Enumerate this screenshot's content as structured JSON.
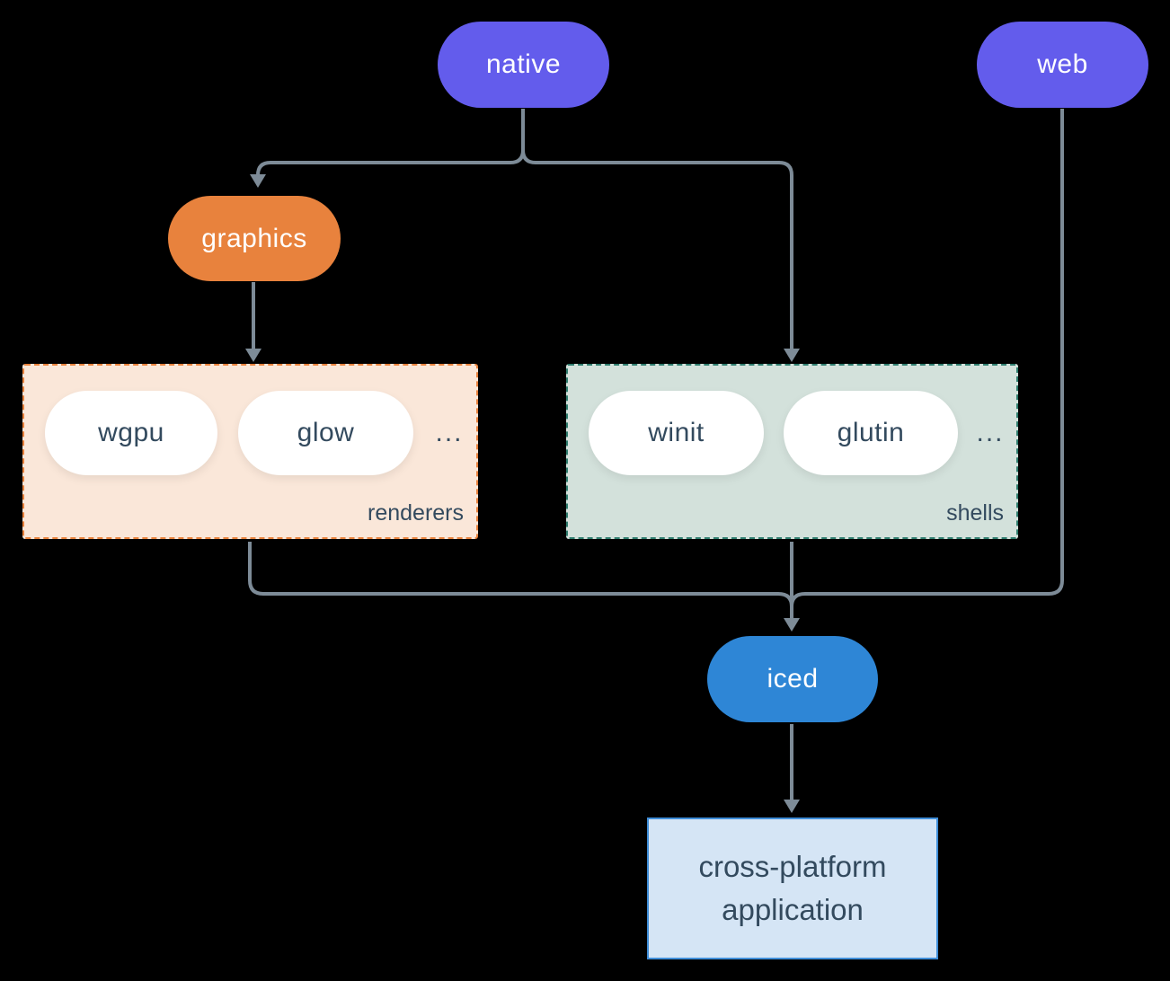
{
  "diagram": {
    "nodes": {
      "native": {
        "label": "native"
      },
      "web": {
        "label": "web"
      },
      "graphics": {
        "label": "graphics"
      },
      "iced": {
        "label": "iced"
      },
      "app": {
        "line1": "cross-platform",
        "line2": "application"
      }
    },
    "groups": {
      "renderers": {
        "label": "renderers",
        "items": [
          "wgpu",
          "glow"
        ],
        "ellipsis": "..."
      },
      "shells": {
        "label": "shells",
        "items": [
          "winit",
          "glutin"
        ],
        "ellipsis": "..."
      }
    },
    "colors": {
      "purple_pill": "#635cec",
      "orange_pill": "#e8823d",
      "blue_pill": "#2e86d6",
      "renderers_fill": "#fae7d9",
      "renderers_border": "#e8823d",
      "shells_fill": "#d3e1db",
      "shells_border": "#2e7d6e",
      "app_fill": "#d5e5f5",
      "app_border": "#3f8ed9",
      "connector": "#7d8b97",
      "dark_text": "#334a5e",
      "background": "#000000"
    }
  }
}
